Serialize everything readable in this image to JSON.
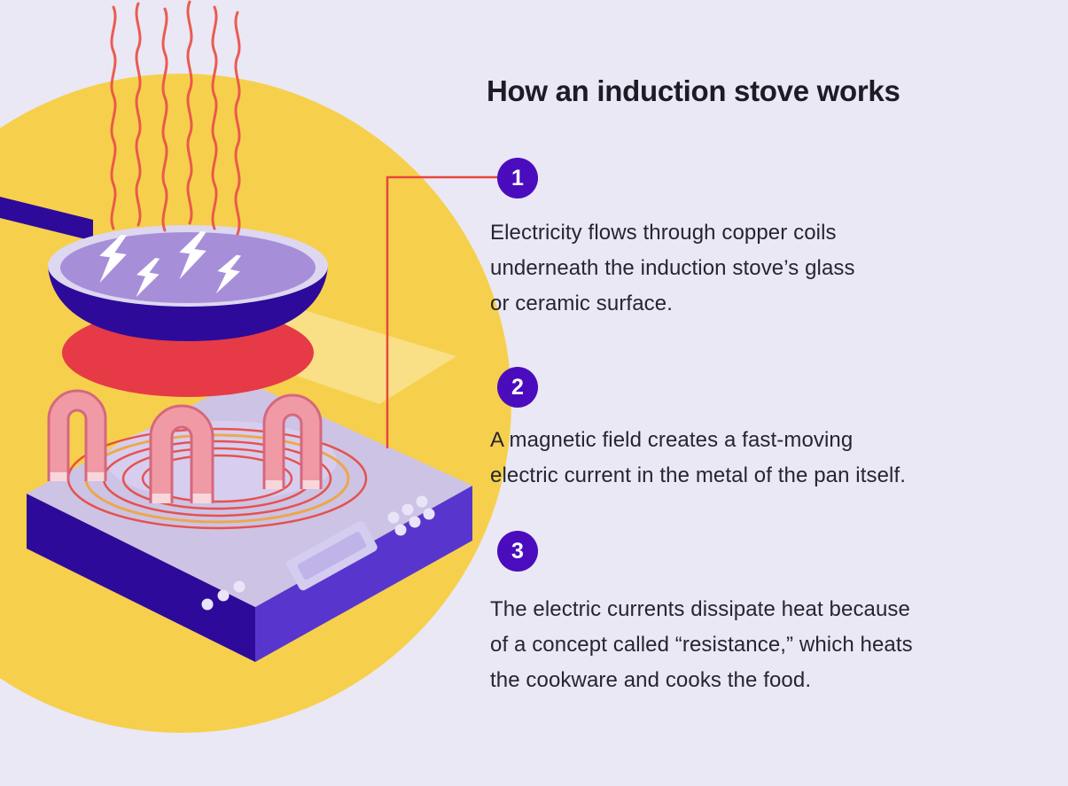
{
  "title": "How an induction stove works",
  "steps": [
    {
      "number": "1",
      "text": "Electricity flows through copper coils\nunderneath the induction stove’s glass\nor ceramic surface."
    },
    {
      "number": "2",
      "text": "A magnetic field creates a fast-moving\nelectric current in the metal of the pan itself."
    },
    {
      "number": "3",
      "text": "The electric currents dissipate heat because\nof a concept called “resistance,” which heats\nthe cookware and cooks the food."
    }
  ],
  "illustration": {
    "parts": [
      "yellow-circle",
      "heat-waves",
      "pan-handle",
      "frying-pan",
      "lightning-bolts",
      "heat-ring",
      "horseshoe-magnets",
      "coil-rings",
      "induction-stove",
      "glass-surface",
      "control-panel",
      "connector-line"
    ]
  },
  "colors": {
    "bg": "#eae8f4",
    "yellow": "#f6d04c",
    "purple": "#4b0cbe",
    "purple-dark": "#2e0a9a",
    "purple-mid": "#5836ce",
    "lavender": "#cbc2ea",
    "pan-purple": "#a78ed9",
    "red": "#e8463e",
    "ring-red": "#e63a47",
    "orange": "#f0a43a",
    "pink": "#f09aa6",
    "pink-dark": "#d5687e",
    "title": "#1c1c24",
    "text": "#26262e"
  }
}
